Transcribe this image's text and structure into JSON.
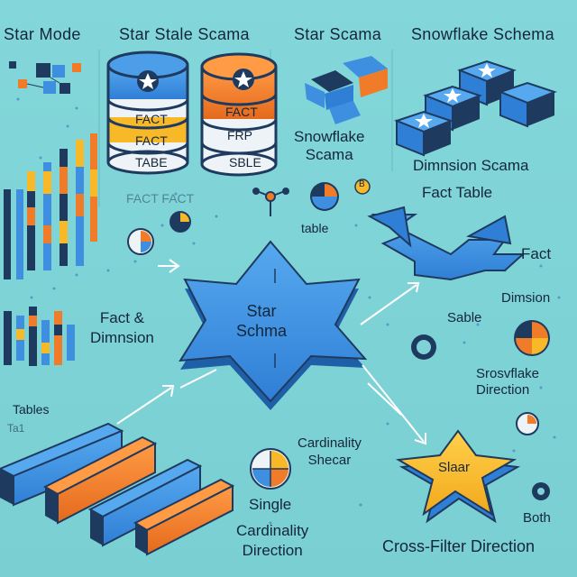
{
  "header": {
    "labels": [
      "Star Mode",
      "Star Stale Scama",
      "Star Scama",
      "Snowflake Schema"
    ]
  },
  "cylinders": {
    "left": [
      "FACT",
      "FACT",
      "TABE"
    ],
    "right": [
      "FACT",
      "FRP",
      "SBLE"
    ]
  },
  "labels": {
    "snowflake_scama": "Snowflake\nScama",
    "dimension_scama": "Dimnsion Scama",
    "fact_table": "Fact Table",
    "fact_table_faded": "FACT FACT",
    "table": "table",
    "fact_dimension": "Fact &\nDimnsion",
    "tables": "Tables",
    "tables_small": "Ta1",
    "fact": "Fact",
    "dimension": "Dimsion",
    "sable": "Sable",
    "sroswflake_direction": "Srosvflake\nDirection",
    "cardinality_shecar": "Cardinality\nShecar",
    "single": "Single",
    "cardinality_direction": "Cardinality\nDirection",
    "both": "Both",
    "cross_filter": "Cross-Filter Direction",
    "small_badge": "B"
  },
  "center_star": {
    "label": "Star\nSchma"
  },
  "small_star": {
    "label": "Slaar"
  },
  "colors": {
    "background": "#7fd3d6",
    "blue": "#3f8fe0",
    "orange": "#f07c2a",
    "yellow": "#f7b928",
    "navy": "#1f3a5f"
  }
}
